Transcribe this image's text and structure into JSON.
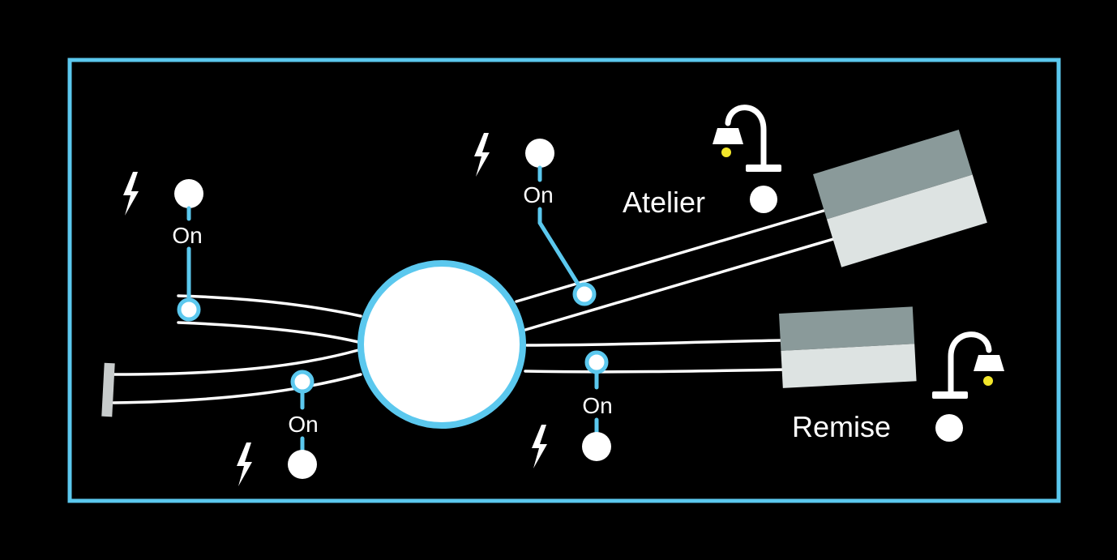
{
  "colors": {
    "background": "#000000",
    "frame": "#5bc8ee",
    "track": "#ffffff",
    "lamp_bulb": "#f2e62a",
    "building_roof": "#8a9a9a",
    "building_wall": "#dde3e2",
    "buffer_stop": "#c8cccc"
  },
  "turnouts": [
    {
      "id": "1",
      "state_label": "On",
      "icon": "lightning-bolt-icon"
    },
    {
      "id": "2",
      "state_label": "On",
      "icon": "lightning-bolt-icon"
    },
    {
      "id": "3",
      "state_label": "On",
      "icon": "lightning-bolt-icon"
    },
    {
      "id": "4",
      "state_label": "On",
      "icon": "lightning-bolt-icon"
    }
  ],
  "lights": [
    {
      "label": "Atelier",
      "icon": "street-lamp-icon"
    },
    {
      "label": "Remise",
      "icon": "street-lamp-icon"
    }
  ],
  "turntable": {
    "icon": "turntable-icon"
  }
}
